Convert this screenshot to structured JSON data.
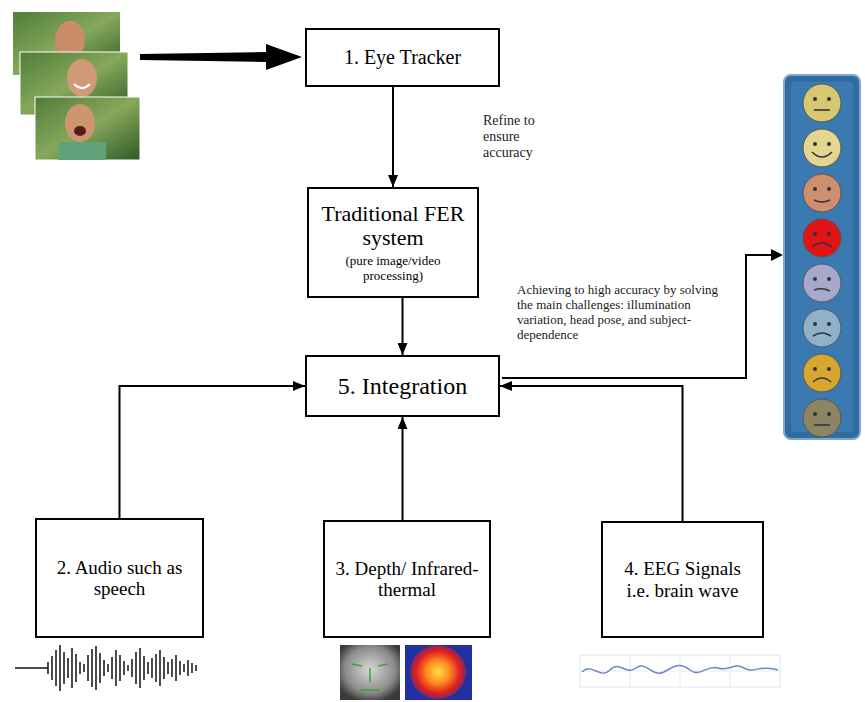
{
  "diagram": {
    "nodes": [
      {
        "text": [
          "1. Eye Tracker"
        ]
      },
      {
        "text": [
          "Traditional FER system",
          "(pure image/video processing)"
        ]
      },
      {
        "text": [
          "5. Integration"
        ]
      },
      {
        "text": [
          "2. Audio such as speech"
        ]
      },
      {
        "text": [
          "3. Depth/ Infrared- thermal"
        ]
      },
      {
        "text": [
          "4. EEG Signals i.e. brain wave"
        ]
      }
    ],
    "edges": [
      {
        "from": 0,
        "to": 1,
        "label": "Refine to ensure accuracy",
        "arrow": "to"
      },
      {
        "from": 1,
        "to": 2,
        "arrow": "to"
      },
      {
        "from": 3,
        "to": 2,
        "arrow": "to"
      },
      {
        "from": 4,
        "to": 2,
        "arrow": "to"
      },
      {
        "from": 5,
        "to": 2,
        "arrow": "to"
      }
    ],
    "labels": [
      "Achieving to high accuracy by solving the main challenges: illumination variation, head pose, and subject-dependence"
    ]
  }
}
